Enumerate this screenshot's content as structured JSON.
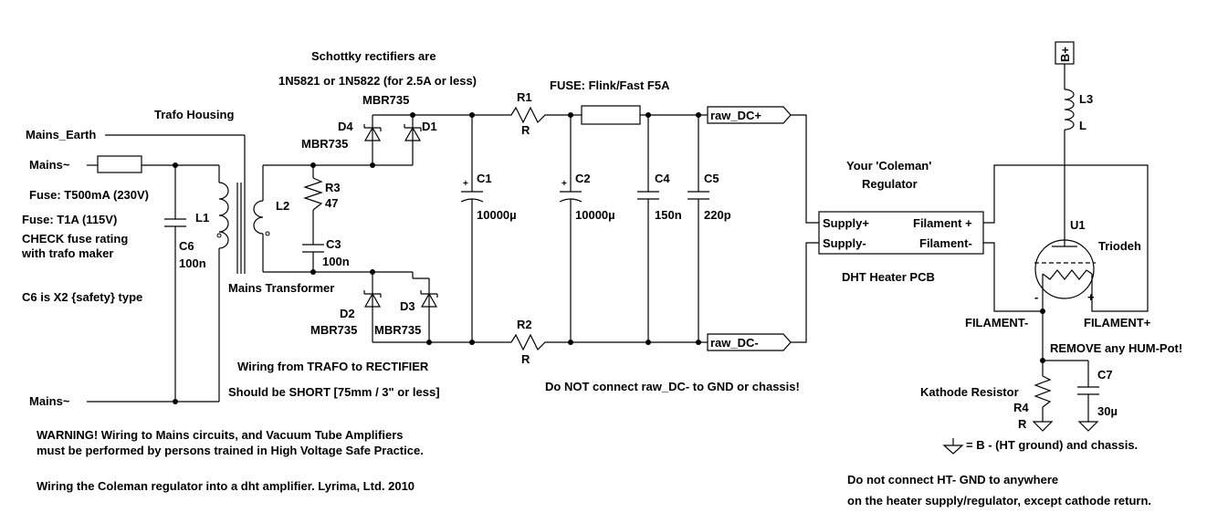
{
  "notes": {
    "schottky_1": "Schottky rectifiers are",
    "schottky_2": "1N5821 or 1N5822 (for 2.5A or less)",
    "fuse_main": "FUSE: Flink/Fast F5A",
    "trafo_housing": "Trafo Housing",
    "mains_earth": "Mains_Earth",
    "mains_top": "Mains~",
    "mains_bottom": "Mains~",
    "fuse_230": "Fuse: T500mA (230V)",
    "fuse_115": "Fuse: T1A (115V)",
    "check_1": "CHECK fuse rating",
    "check_2": "with trafo maker",
    "c6_type": "C6 is X2 {safety} type",
    "mains_transformer": "Mains Transformer",
    "wiring_1": "Wiring from TRAFO to RECTIFIER",
    "wiring_2": "Should be SHORT [75mm / 3\" or less]",
    "warning_1": "WARNING! Wiring to Mains circuits, and Vacuum Tube Amplifiers",
    "warning_2": "must be performed by persons trained in High Voltage Safe Practice.",
    "credit": "Wiring the Coleman regulator into a dht amplifier. Lyrima, Ltd. 2010",
    "do_not_connect": "Do NOT connect raw_DC- to GND or chassis!",
    "regulator_1": "Your 'Coleman'",
    "regulator_2": "Regulator",
    "dht_pcb": "DHT Heater PCB",
    "remove_hum": "REMOVE any HUM-Pot!",
    "ground_legend": "= B - (HT ground) and chassis.",
    "ht_gnd_1": "Do not connect HT- GND to anywhere",
    "ht_gnd_2": "on the heater supply/regulator, except cathode return."
  },
  "components": {
    "d4_name": "D4",
    "d4_value": "MBR735",
    "d1_name": "D1",
    "d1_value": "MBR735",
    "d2_name": "D2",
    "d2_value": "MBR735",
    "d3_name": "D3",
    "d3_value": "MBR735",
    "r3_name": "R3",
    "r3_value": "47",
    "c3_name": "C3",
    "c3_value": "100n",
    "l2_name": "L2",
    "l1_name": "L1",
    "c6_name": "C6",
    "c6_value": "100n",
    "r1_name": "R1",
    "r1_value": "R",
    "r2_name": "R2",
    "r2_value": "R",
    "c1_name": "C1",
    "c1_value": "10000µ",
    "c2_name": "C2",
    "c2_value": "10000µ",
    "c4_name": "C4",
    "c4_value": "150n",
    "c5_name": "C5",
    "c5_value": "220p",
    "l3_name": "L3",
    "l3_value": "L",
    "u1_name": "U1",
    "u1_value": "Triodeh",
    "r4_name": "Kathode Resistor",
    "r4_ref": "R4",
    "r4_value": "R",
    "c7_name": "C7",
    "c7_value": "30µ",
    "plus_sign": "+",
    "minus_sign": "-",
    "polarity_plus": "+"
  },
  "nets": {
    "raw_dc_plus": "raw_DC+",
    "raw_dc_minus": "raw_DC-",
    "b_plus": "B+",
    "filament_minus": "FILAMENT-",
    "filament_plus": "FILAMENT+"
  },
  "pcb_pins": {
    "supply_plus": "Supply+",
    "supply_minus": "Supply-",
    "filament_plus": "Filament +",
    "filament_minus": "Filament-"
  }
}
